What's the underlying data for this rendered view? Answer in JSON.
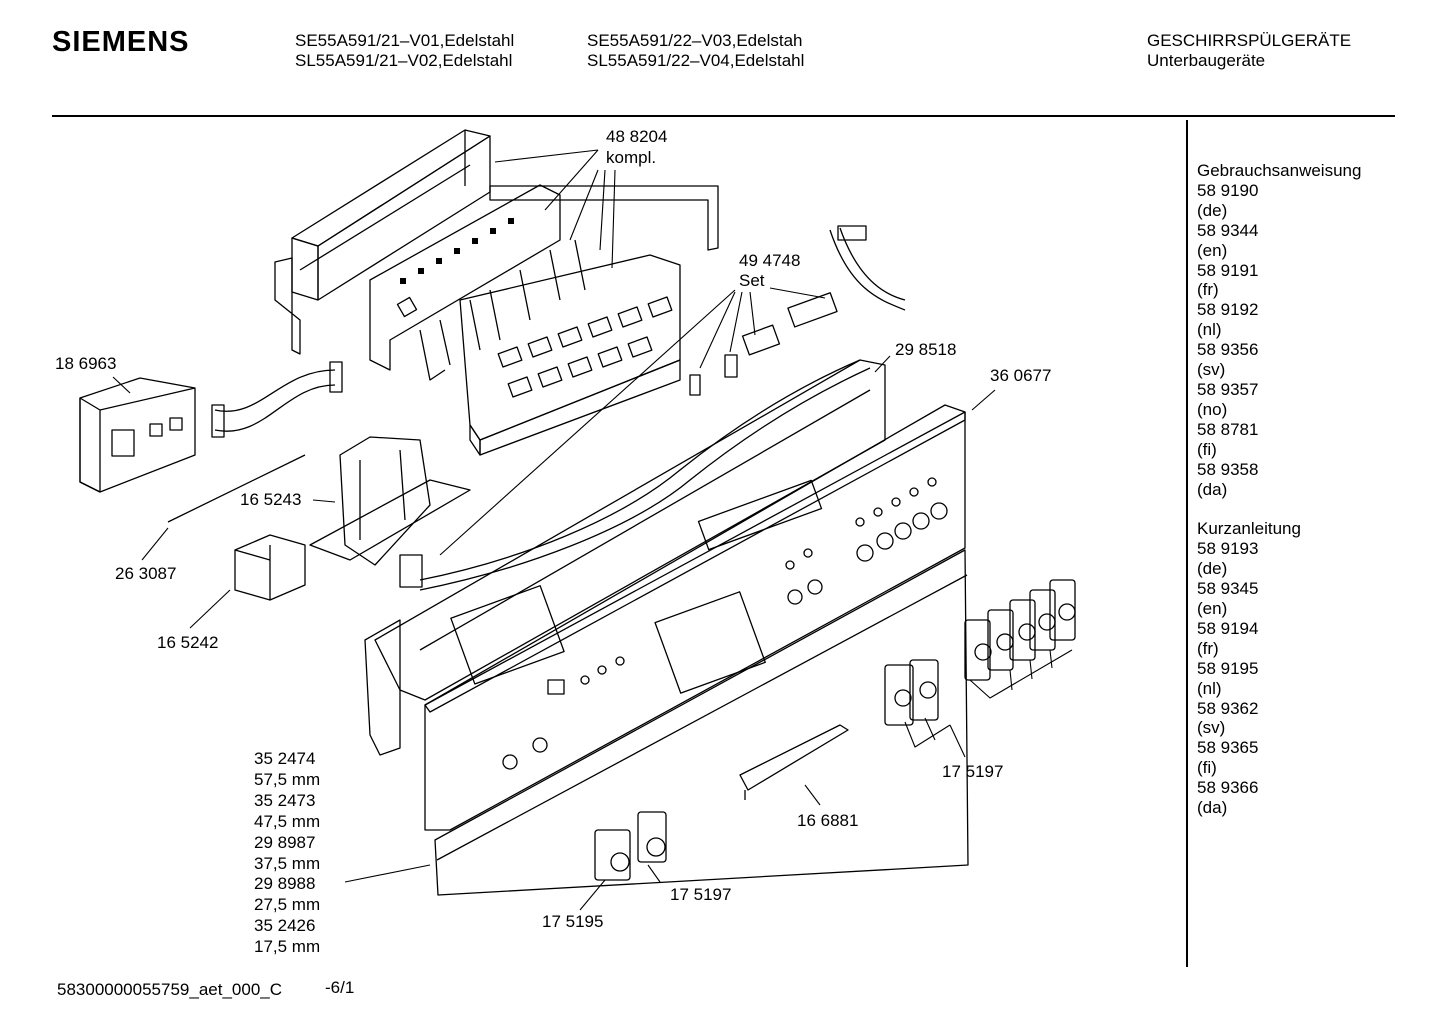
{
  "header": {
    "brand": "SIEMENS",
    "models": [
      "SE55A591/21–V01,Edelstahl",
      "SL55A591/21–V02,Edelstahl",
      "SE55A591/22–V03,Edelstah",
      "SL55A591/22–V04,Edelstahl"
    ],
    "category": "GESCHIRRSPÜLGERÄTE",
    "subcategory": "Unterbaugeräte"
  },
  "labels": {
    "p488204": "48 8204",
    "kompl": "kompl.",
    "p494748": "49 4748",
    "set": "Set",
    "p186963": "18 6963",
    "p298518": "29 8518",
    "p360677": "36 0677",
    "p165243": "16 5243",
    "p263087": "26 3087",
    "p165242": "16 5242",
    "p175197a": "17 5197",
    "p166881": "16 6881",
    "p175197b": "17 5197",
    "p175195": "17 5195"
  },
  "variants": [
    "35 2474",
    "57,5 mm",
    "35 2473",
    "47,5 mm",
    "29 8987",
    "37,5 mm",
    "29 8988",
    "27,5 mm",
    "35 2426",
    "17,5 mm"
  ],
  "sidebar": {
    "manual_title": "Gebrauchsanweisung",
    "manual": [
      {
        "no": "58 9190",
        "lang": "(de)"
      },
      {
        "no": "58 9344",
        "lang": "(en)"
      },
      {
        "no": "58 9191",
        "lang": "(fr)"
      },
      {
        "no": "58 9192",
        "lang": "(nl)"
      },
      {
        "no": "58 9356",
        "lang": "(sv)"
      },
      {
        "no": "58 9357",
        "lang": "(no)"
      },
      {
        "no": "58 8781",
        "lang": "(fi)"
      },
      {
        "no": "58 9358",
        "lang": "(da)"
      }
    ],
    "quick_title": "Kurzanleitung",
    "quick": [
      {
        "no": "58 9193",
        "lang": "(de)"
      },
      {
        "no": "58 9345",
        "lang": "(en)"
      },
      {
        "no": "58 9194",
        "lang": "(fr)"
      },
      {
        "no": "58 9195",
        "lang": "(nl)"
      },
      {
        "no": "58 9362",
        "lang": "(sv)"
      },
      {
        "no": "58 9365",
        "lang": "(fi)"
      },
      {
        "no": "58 9366",
        "lang": "(da)"
      }
    ]
  },
  "footer": {
    "doc_id": "58300000055759_aet_000_C",
    "page": "-6/1"
  }
}
